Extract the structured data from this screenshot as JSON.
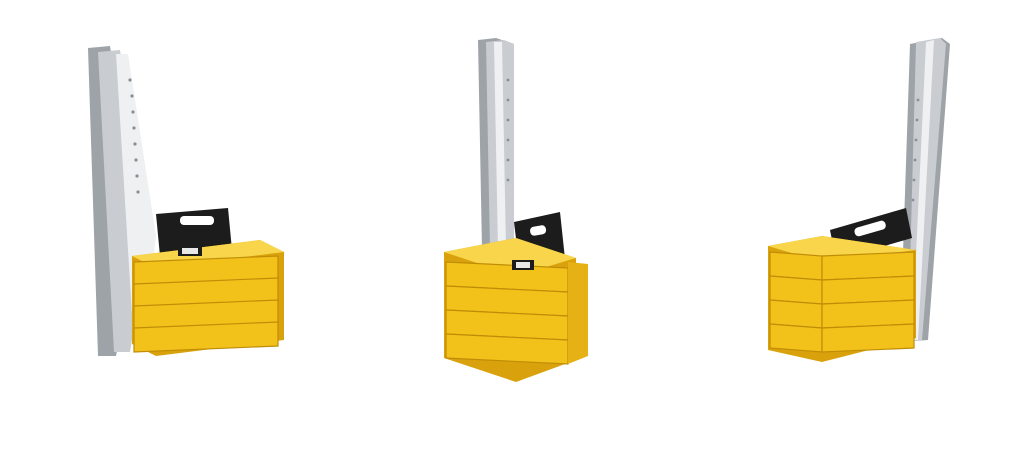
{
  "scene": {
    "background": "#ffffff",
    "colors": {
      "weight_yellow": "#f2c21a",
      "weight_yellow_light": "#f8d54a",
      "weight_yellow_dark": "#d9a20c",
      "post_aluminum": "#c9ccd0",
      "post_highlight": "#eef0f2",
      "post_shadow": "#9ea3a8",
      "handle_black": "#1c1c1c"
    },
    "stands": [
      {
        "view": "front-left-angle",
        "weight_plates": 5,
        "handle_icon": "carry-handle-icon",
        "post_icon": "aluminum-post-icon"
      },
      {
        "view": "side-angle",
        "weight_plates": 5,
        "handle_icon": "carry-handle-icon",
        "post_icon": "aluminum-post-icon"
      },
      {
        "view": "rear-right-angle",
        "weight_plates": 5,
        "handle_icon": "carry-handle-icon",
        "post_icon": "aluminum-post-icon"
      }
    ]
  }
}
